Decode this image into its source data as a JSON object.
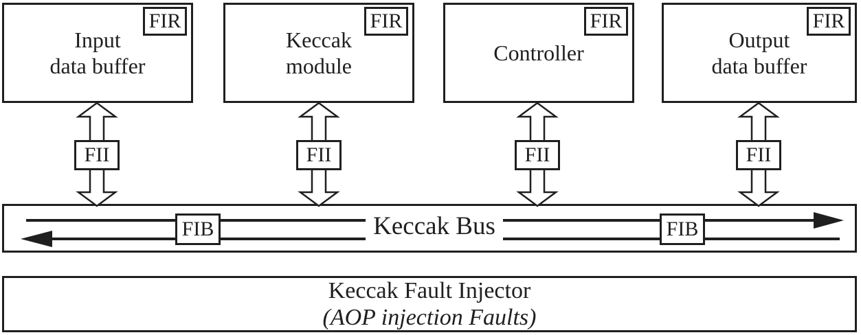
{
  "diagram": {
    "modules": [
      {
        "line1": "Input",
        "line2": "data buffer"
      },
      {
        "line1": "Keccak",
        "line2": "module"
      },
      {
        "line1": "Controller",
        "line2": ""
      },
      {
        "line1": "Output",
        "line2": "data buffer"
      }
    ],
    "badges": {
      "fir": "FIR",
      "fii": "FII",
      "fib": "FIB"
    },
    "bus": {
      "label": "Keccak Bus"
    },
    "fault_injector": {
      "line1": "Keccak Fault Injector",
      "line2": "(AOP injection Faults)"
    },
    "colors": {
      "ink": "#1f1f1f",
      "background": "#ffffff"
    }
  }
}
